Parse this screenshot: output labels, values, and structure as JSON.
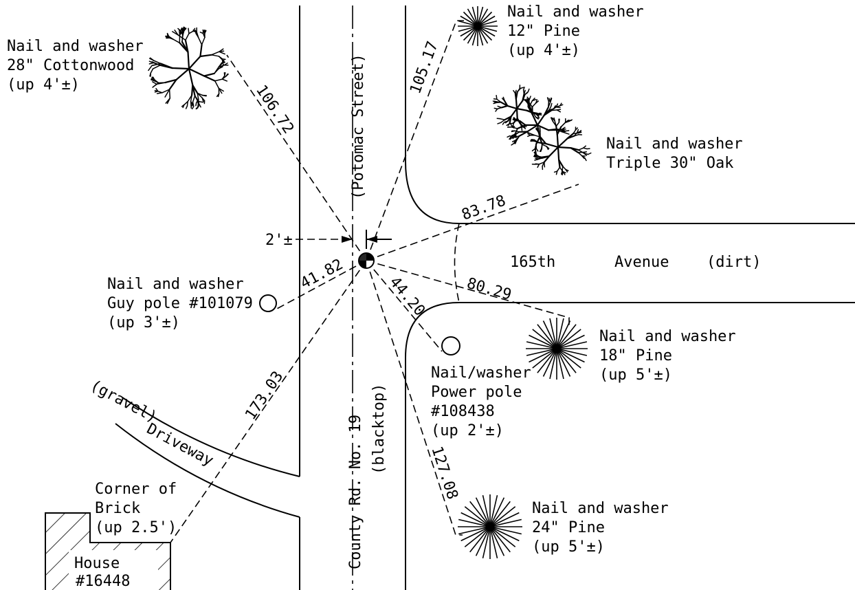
{
  "roads": {
    "main_road_label": "County Rd. No. 19",
    "main_road_surface": "(blacktop)",
    "main_road_alias": "(Potomac Street)",
    "side_road_name": "165th",
    "side_road_type": "Avenue",
    "side_road_surface": "(dirt)",
    "driveway_surface": "(gravel)",
    "driveway_label": "Driveway"
  },
  "offset": "2'±",
  "ties": [
    {
      "id": "cottonwood",
      "lines": [
        "Nail and washer",
        "28\" Cottonwood",
        "(up 4'±)"
      ],
      "distance": "106.72"
    },
    {
      "id": "pine-12",
      "lines": [
        "Nail and washer",
        "12\" Pine",
        "(up 4'±)"
      ],
      "distance": "105.17"
    },
    {
      "id": "oak",
      "lines": [
        "Nail and washer",
        "Triple 30\" Oak"
      ],
      "distance": "83.78"
    },
    {
      "id": "pine-18",
      "lines": [
        "Nail and washer",
        "18\" Pine",
        "(up 5'±)"
      ],
      "distance": "80.29"
    },
    {
      "id": "guy-pole",
      "lines": [
        "Nail and washer",
        "Guy pole #101079",
        "(up 3'±)"
      ],
      "distance": "41.82"
    },
    {
      "id": "power-pole",
      "lines": [
        "Nail/washer",
        "Power pole",
        "#108438",
        "(up 2'±)"
      ],
      "distance": "44.20"
    },
    {
      "id": "pine-24",
      "lines": [
        "Nail and washer",
        "24\" Pine",
        "(up 5'±)"
      ],
      "distance": "127.08"
    },
    {
      "id": "house-corner",
      "lines": [
        "Corner of",
        "Brick",
        "(up 2.5')"
      ],
      "distance": "173.03"
    }
  ],
  "house": {
    "lines": [
      "House",
      "#16448"
    ]
  }
}
